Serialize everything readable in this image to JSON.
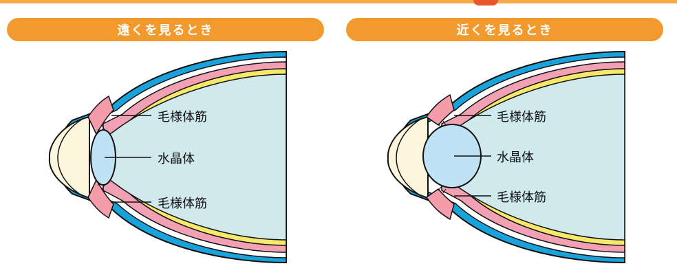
{
  "panels": [
    {
      "title": "遠くを見るとき",
      "labels": {
        "upper": "毛様体筋",
        "middle": "水晶体",
        "lower": "毛様体筋"
      }
    },
    {
      "title": "近くを見るとき",
      "labels": {
        "upper": "毛様体筋",
        "middle": "水晶体",
        "lower": "毛様体筋"
      }
    }
  ],
  "colors": {
    "title_bg": "#f29a2e",
    "title_text": "#ffffff",
    "sclera_outer": "#1aa3da",
    "choroid": "#f2a1b4",
    "retina": "#f5e86a",
    "vitreous": "#cfe9ec",
    "lens": "#bfe2f5",
    "ciliary_muscle": "#f59cab",
    "cornea": "#fdf6dc"
  }
}
